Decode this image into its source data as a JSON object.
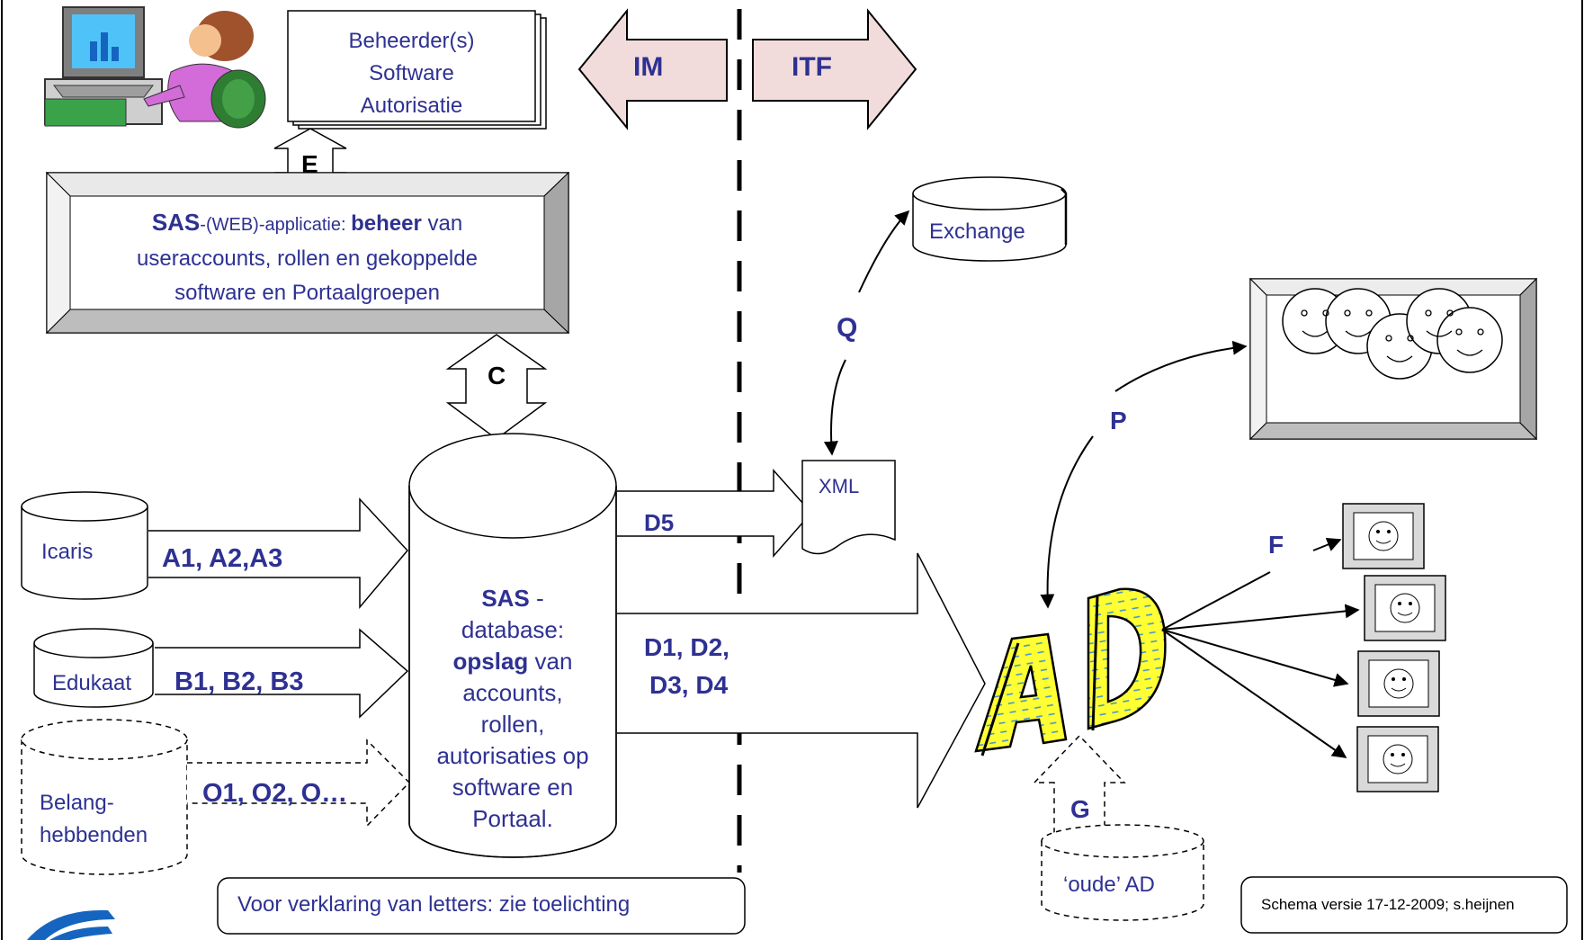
{
  "admin_box": {
    "line1": "Beheerder(s)",
    "line2": "Software",
    "line3": "Autorisatie"
  },
  "arrows": {
    "im": "IM",
    "itf": "ITF"
  },
  "labels": {
    "E": "E",
    "C": "C",
    "Q": "Q",
    "P": "P",
    "F": "F",
    "G": "G",
    "A": "A1, A2,A3",
    "B": "B1, B2, B3",
    "O": "O1, O2, O…",
    "D5": "D5",
    "D1": "D1, D2,",
    "D3": "D3, D4"
  },
  "sas_app": {
    "part1": "SAS",
    "part2": "-(WEB)-applicatie: ",
    "part3": "beheer",
    "part4": " van",
    "line2": "useraccounts, rollen en gekoppelde",
    "line3": "software en Portaalgroepen"
  },
  "sas_db": {
    "title": "SAS",
    "dash": " -",
    "l2": "database:",
    "l3a": "opslag",
    "l3b": " van",
    "l4": "accounts,",
    "l5": "rollen,",
    "l6": "autorisaties op",
    "l7": "software en",
    "l8": "Portaal."
  },
  "sources": {
    "icaris": "Icaris",
    "edukaat": "Edukaat",
    "belang1": "Belang-",
    "belang2": "hebbenden"
  },
  "exchange": "Exchange",
  "xml": "XML",
  "ad": {
    "a": "A",
    "d": "D"
  },
  "oude_ad": "‘oude’ AD",
  "note": "Voor verklaring van letters: zie toelichting",
  "version": "Schema versie 17-12-2009; s.heijnen",
  "colors": {
    "text": "#2e3192",
    "arrow_fill": "#f2dcdb",
    "bevel": "#d9d9d9",
    "ad_fill": "#ffff00"
  }
}
